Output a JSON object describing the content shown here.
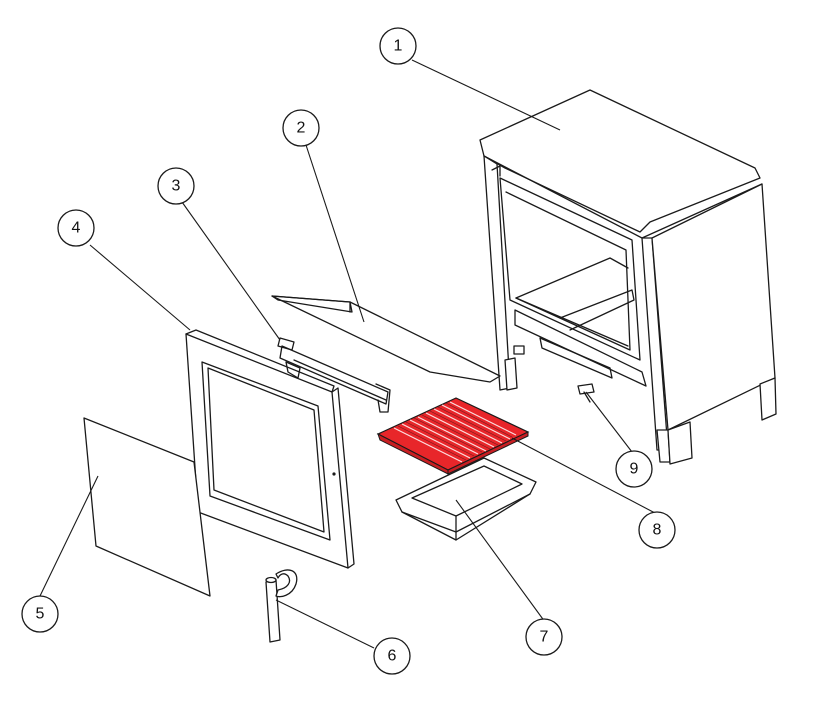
{
  "callouts": [
    {
      "id": "1",
      "label": "1"
    },
    {
      "id": "2",
      "label": "2"
    },
    {
      "id": "3",
      "label": "3"
    },
    {
      "id": "4",
      "label": "4"
    },
    {
      "id": "5",
      "label": "5"
    },
    {
      "id": "6",
      "label": "6"
    },
    {
      "id": "7",
      "label": "7"
    },
    {
      "id": "8",
      "label": "8"
    },
    {
      "id": "9",
      "label": "9"
    }
  ],
  "colors": {
    "highlight_grate": "#e8262a",
    "line": "#1a1a1a",
    "background": "#ffffff"
  }
}
